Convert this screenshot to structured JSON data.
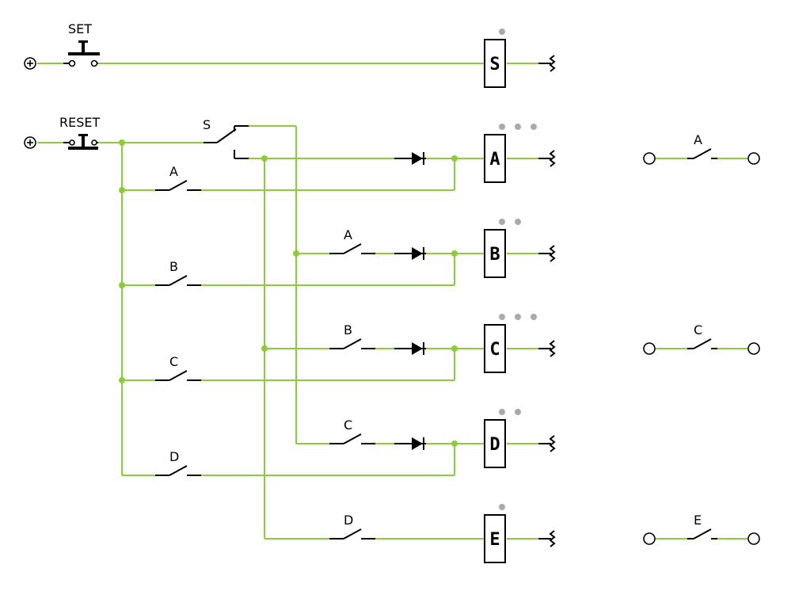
{
  "colors": {
    "wire": "#8ccc3a",
    "component": "#000000",
    "indicator": "#aaaaaa"
  },
  "labels": {
    "set_button": "SET",
    "reset_button": "RESET",
    "changeover_switch": "S"
  },
  "coils": [
    "S",
    "A",
    "B",
    "C",
    "D",
    "E"
  ],
  "contacts": {
    "reset_branch": [
      "A",
      "B",
      "C",
      "D"
    ],
    "drive": [
      "A",
      "B",
      "C",
      "D"
    ],
    "outputs": [
      "A",
      "C",
      "E"
    ]
  }
}
